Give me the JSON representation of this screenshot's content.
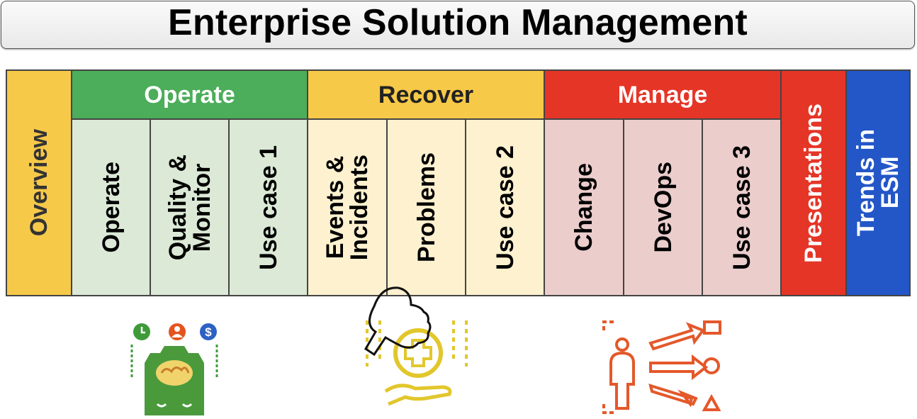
{
  "title": "Enterprise Solution Management",
  "columns": {
    "overview": "Overview",
    "operate_group": {
      "header": "Operate",
      "items": [
        "Operate",
        "Quality &\nMonitor",
        "Use case 1"
      ]
    },
    "recover_group": {
      "header": "Recover",
      "items": [
        "Events &\nIncidents",
        "Problems",
        "Use case 2"
      ]
    },
    "manage_group": {
      "header": "Manage",
      "items": [
        "Change",
        "DevOps",
        "Use case 3"
      ]
    },
    "presentations": "Presentations",
    "trends": "Trends in\nESM"
  },
  "colors": {
    "overview_bg": "#f7c948",
    "operate_header": "#4cad5b",
    "operate_light": "#dbe9d6",
    "recover_header": "#f7c948",
    "recover_light": "#fdf1cf",
    "manage_header": "#e53527",
    "manage_light": "#ebcdcc",
    "presentations_bg": "#e53527",
    "trends_bg": "#2357c7"
  },
  "icons": [
    "ai-brain-gear-icon",
    "thumbs-up-healthcare-icon",
    "person-options-arrows-icon"
  ]
}
